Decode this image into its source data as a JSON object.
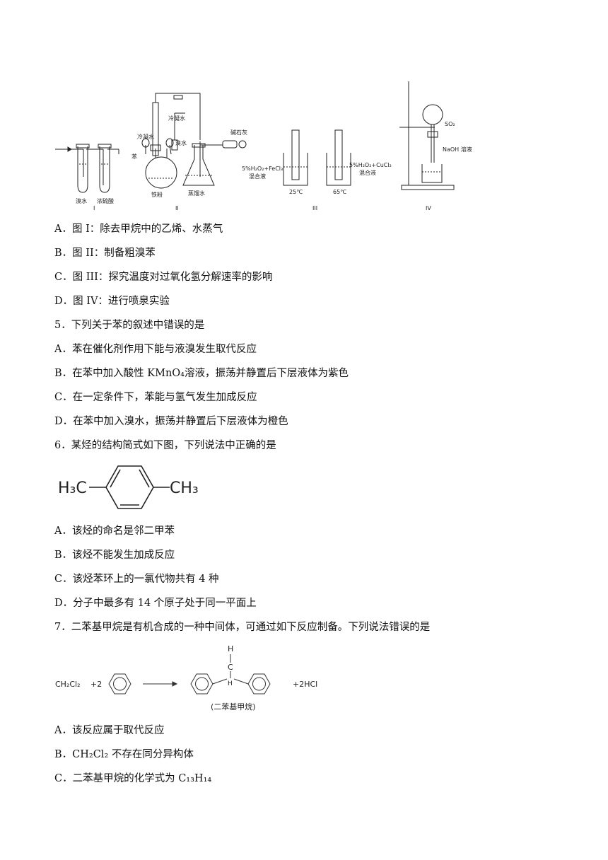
{
  "apparatus": {
    "fig1": {
      "label_left": "溴水",
      "label_right": "浓硫酸",
      "roman": "I"
    },
    "fig2": {
      "condenser": "冷凝水",
      "condenser2": "冷凝水",
      "benzene": "苯",
      "bromine": "溴水",
      "iron": "铁粉",
      "distilled": "蒸馏水",
      "soda_lime": "碱石灰",
      "roman": "II"
    },
    "fig3": {
      "left_mix": "5%H₂O₂+FeCl₃",
      "left_mix2": "混合液",
      "left_temp": "25℃",
      "right_mix": "5%H₂O₂+CuCl₂",
      "right_mix2": "混合液",
      "right_temp": "65℃",
      "roman": "III"
    },
    "fig4": {
      "gas": "SO₂",
      "solution": "NaOH 溶液",
      "roman": "IV"
    }
  },
  "q4_options": [
    "A．图 I：除去甲烷中的乙烯、水蒸气",
    "B．图 II：制备粗溴苯",
    "C．图 III：探究温度对过氧化氢分解速率的影响",
    "D．图 IV：进行喷泉实验"
  ],
  "q5": {
    "stem": "5．下列关于苯的叙述中错误的是",
    "options": [
      "A．苯在催化剂作用下能与液溴发生取代反应",
      "B．在苯中加入酸性 KMnO₄溶液，振荡并静置后下层液体为紫色",
      "C．在一定条件下，苯能与氢气发生加成反应",
      "D．在苯中加入溴水，振荡并静置后下层液体为橙色"
    ]
  },
  "q6": {
    "stem": "6．某烃的结构简式如下图，下列说法中正确的是",
    "struct_left": "H₃C",
    "struct_right": "CH₃",
    "options": [
      "A．该烃的命名是邻二甲苯",
      "B．该烃不能发生加成反应",
      "C．该烃苯环上的一氯代物共有 4 种",
      "D．分子中最多有 14 个原子处于同一平面上"
    ]
  },
  "q7": {
    "stem": "7．二苯基甲烷是有机合成的一种中间体，可通过如下反应制备。下列说法错误的是",
    "reactant": "CH₂Cl₂",
    "plus2": "+2",
    "h_top": "H",
    "h_bottom": "H",
    "c": "C",
    "product_name": "(二苯基甲烷)",
    "byproduct": "+2HCl",
    "options": [
      "A．该反应属于取代反应",
      "B．CH₂Cl₂ 不存在同分异构体",
      "C．二苯基甲烷的化学式为 C₁₃H₁₄"
    ]
  }
}
